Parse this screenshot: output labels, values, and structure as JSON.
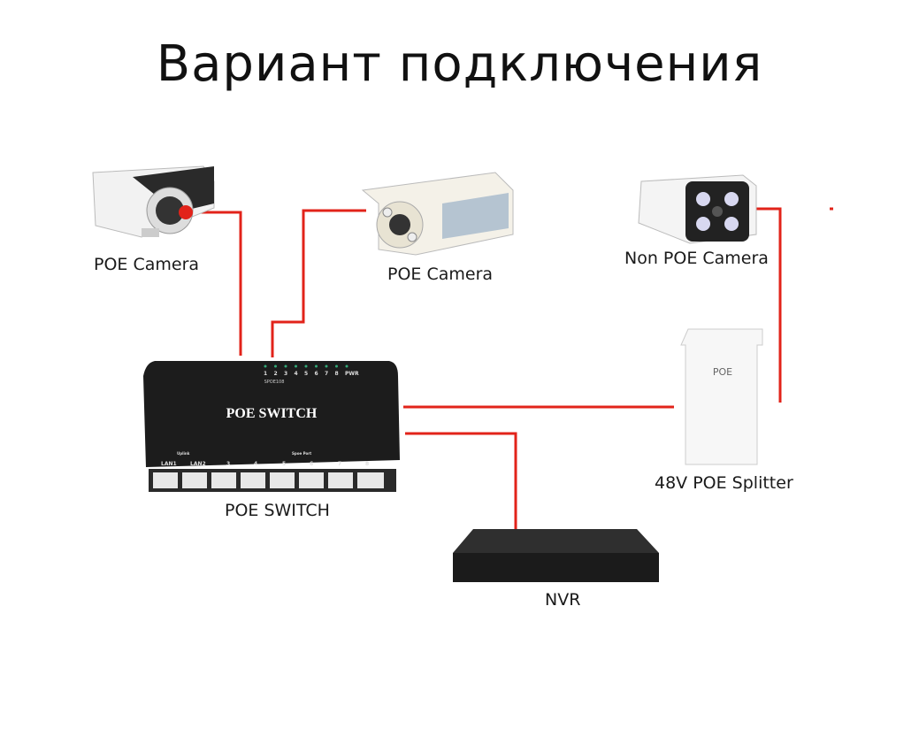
{
  "title": "Вариант подключения",
  "labels": {
    "camera1": "POE Camera",
    "camera2": "POE Camera",
    "camera3": "Non POE Camera",
    "switch": "POE SWITCH",
    "splitter": "48V POE Splitter",
    "nvr": "NVR"
  },
  "switch_device": {
    "face_label": "POE SWITCH",
    "model": "SPOE108",
    "led_labels": [
      "1",
      "2",
      "3",
      "4",
      "5",
      "6",
      "7",
      "8",
      "PWR"
    ],
    "uplink_label": "Uplink",
    "spoe_port_label": "Spoe Port",
    "port_labels": [
      "LAN1",
      "LAN2",
      "3",
      "4",
      "5",
      "6",
      "7",
      "8"
    ]
  },
  "splitter_device": {
    "face_label": "POE"
  },
  "colors": {
    "cable": "#e2231a",
    "device_dark": "#1c1c1c"
  }
}
